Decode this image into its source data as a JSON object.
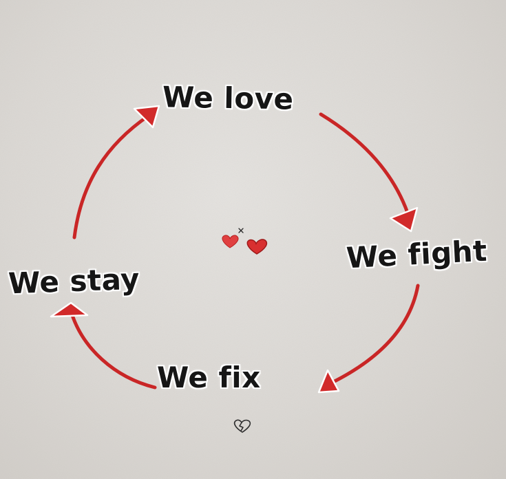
{
  "cycle": {
    "steps": [
      {
        "label": "We love"
      },
      {
        "label": "We fight"
      },
      {
        "label": "We fix"
      },
      {
        "label": "We stay"
      }
    ]
  },
  "colors": {
    "paper": "#dedbd7",
    "ink": "#161616",
    "arrow_red": "#d12a2a",
    "heart_red": "#d93a3a",
    "outline": "#ffffff"
  },
  "icons": {
    "center": [
      "small-heart-icon",
      "small-heart-icon",
      "x-mark-icon"
    ],
    "bottom": "broken-heart-doodle-icon"
  }
}
